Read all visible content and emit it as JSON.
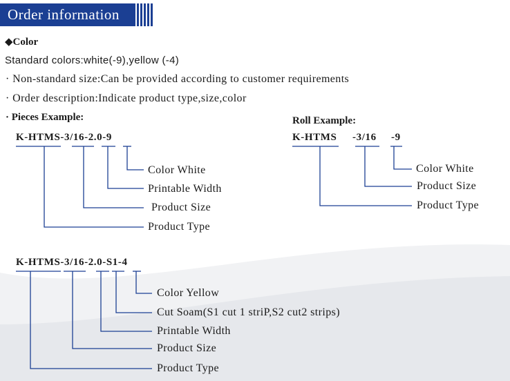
{
  "header": {
    "title": "Order information"
  },
  "color_section": {
    "heading_marker": "◆",
    "heading": "Color",
    "standard_colors": "Standard colors:white(-9),yellow (-4)"
  },
  "notes": [
    "· Non-standard size:Can be provided according to customer requirements",
    "· Order description:Indicate product type,size,color"
  ],
  "pieces_example": {
    "title": "· Pieces Example:",
    "code": "K-HTMS-3/16-2.0-9",
    "labels": [
      "Color White",
      "Printable  Width",
      "Product Size",
      "Product Type"
    ]
  },
  "roll_example": {
    "title": "Roll Example:",
    "code_type": "K-HTMS",
    "code_size": "-3/16",
    "code_color": "-9",
    "labels": [
      "Color White",
      "Product Size",
      "Product Type"
    ]
  },
  "cut_example": {
    "code": "K-HTMS-3/16-2.0-S1-4",
    "labels": [
      "Color Yellow",
      "Cut Soam(S1 cut 1 striP,S2 cut2 strips)",
      "Printable Width",
      "Product Size",
      "Product Type"
    ]
  },
  "colors": {
    "accent": "#1b3f93",
    "swoosh": "#e6e8ec"
  }
}
